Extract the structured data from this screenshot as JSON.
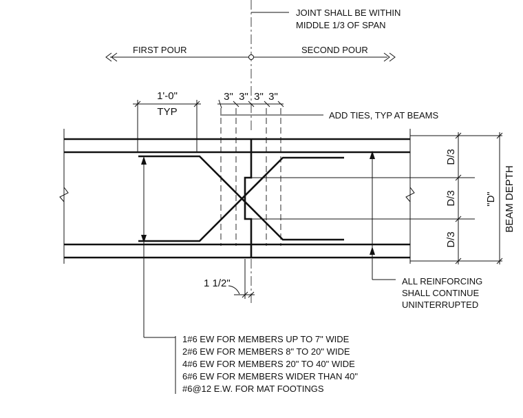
{
  "notes": {
    "joint": [
      "JOINT SHALL BE WITHIN",
      "MIDDLE 1/3 OF SPAN"
    ],
    "first_pour": "FIRST POUR",
    "second_pour": "SECOND POUR",
    "add_ties": "ADD TIES, TYP AT BEAMS",
    "reinforcing": [
      "ALL REINFORCING",
      "SHALL CONTINUE",
      "UNINTERRUPTED"
    ],
    "bar_schedule": [
      "1#6 EW FOR MEMBERS UP TO 7\" WIDE",
      "2#6 EW FOR MEMBERS 8\" TO 20\" WIDE",
      "4#6 EW FOR MEMBERS 20\" TO 40\" WIDE",
      "6#6 EW FOR MEMBERS WIDER THAN 40\"",
      "#6@12 E.W. FOR MAT FOOTINGS"
    ]
  },
  "dimensions": {
    "one_foot": "1'-0\"",
    "typ": "TYP",
    "three_in": [
      "3\"",
      "3\"",
      "3\"",
      "3\""
    ],
    "d_thirds": [
      "D/3",
      "D/3",
      "D/3"
    ],
    "d_label": "\"D\"",
    "beam_depth": "BEAM DEPTH",
    "key_offset": "1 1/2\""
  }
}
